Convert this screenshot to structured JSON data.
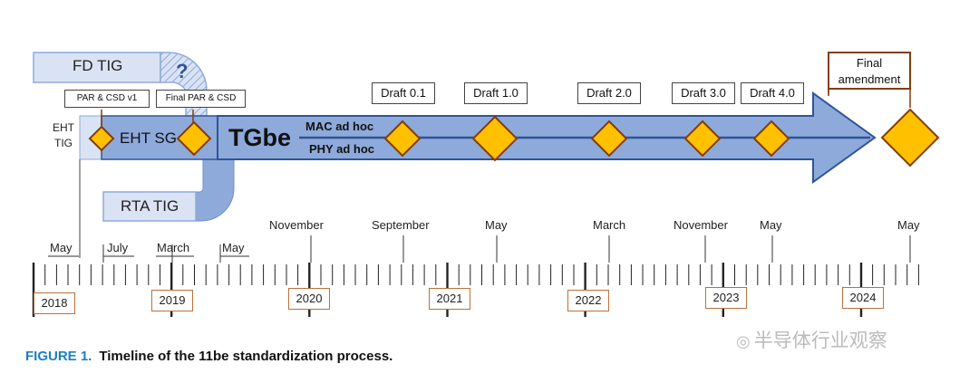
{
  "groups": {
    "fd_tig": "FD TIG",
    "question": "?",
    "eht_tig": "EHT\nTIG",
    "eht_sg": "EHT SG",
    "rta_tig": "RTA TIG",
    "tgbe": "TGbe",
    "mac_adhoc": "MAC ad hoc",
    "phy_adhoc": "PHY ad hoc"
  },
  "milestones": {
    "par_csd_v1": "PAR & CSD v1",
    "final_par_csd": "Final PAR & CSD",
    "draft_01": "Draft 0.1",
    "draft_10": "Draft 1.0",
    "draft_20": "Draft 2.0",
    "draft_30": "Draft 3.0",
    "draft_40": "Draft 4.0",
    "final_amendment": "Final\namendment"
  },
  "months_upper": {
    "m1": "November",
    "m2": "September",
    "m3": "May",
    "m4": "March",
    "m5": "November",
    "m6": "May",
    "m7": "May"
  },
  "months_lower": {
    "m1": "May",
    "m2": "July",
    "m3": "March",
    "m4": "May"
  },
  "years": {
    "y2018": "2018",
    "y2019": "2019",
    "y2020": "2020",
    "y2021": "2021",
    "y2022": "2022",
    "y2023": "2023",
    "y2024": "2024"
  },
  "caption": {
    "figure": "FIGURE 1.",
    "text": "Timeline of the 11be standardization process."
  },
  "watermark": "半导体行业观察",
  "colors": {
    "arrow_fill": "#8eaadb",
    "arrow_border": "#2f5597",
    "light_box": "#dae3f3",
    "diamond_fill": "#ffc000",
    "diamond_border": "#843c0c",
    "year_border": "#b9713a",
    "caption_accent": "#1c7fc2"
  }
}
